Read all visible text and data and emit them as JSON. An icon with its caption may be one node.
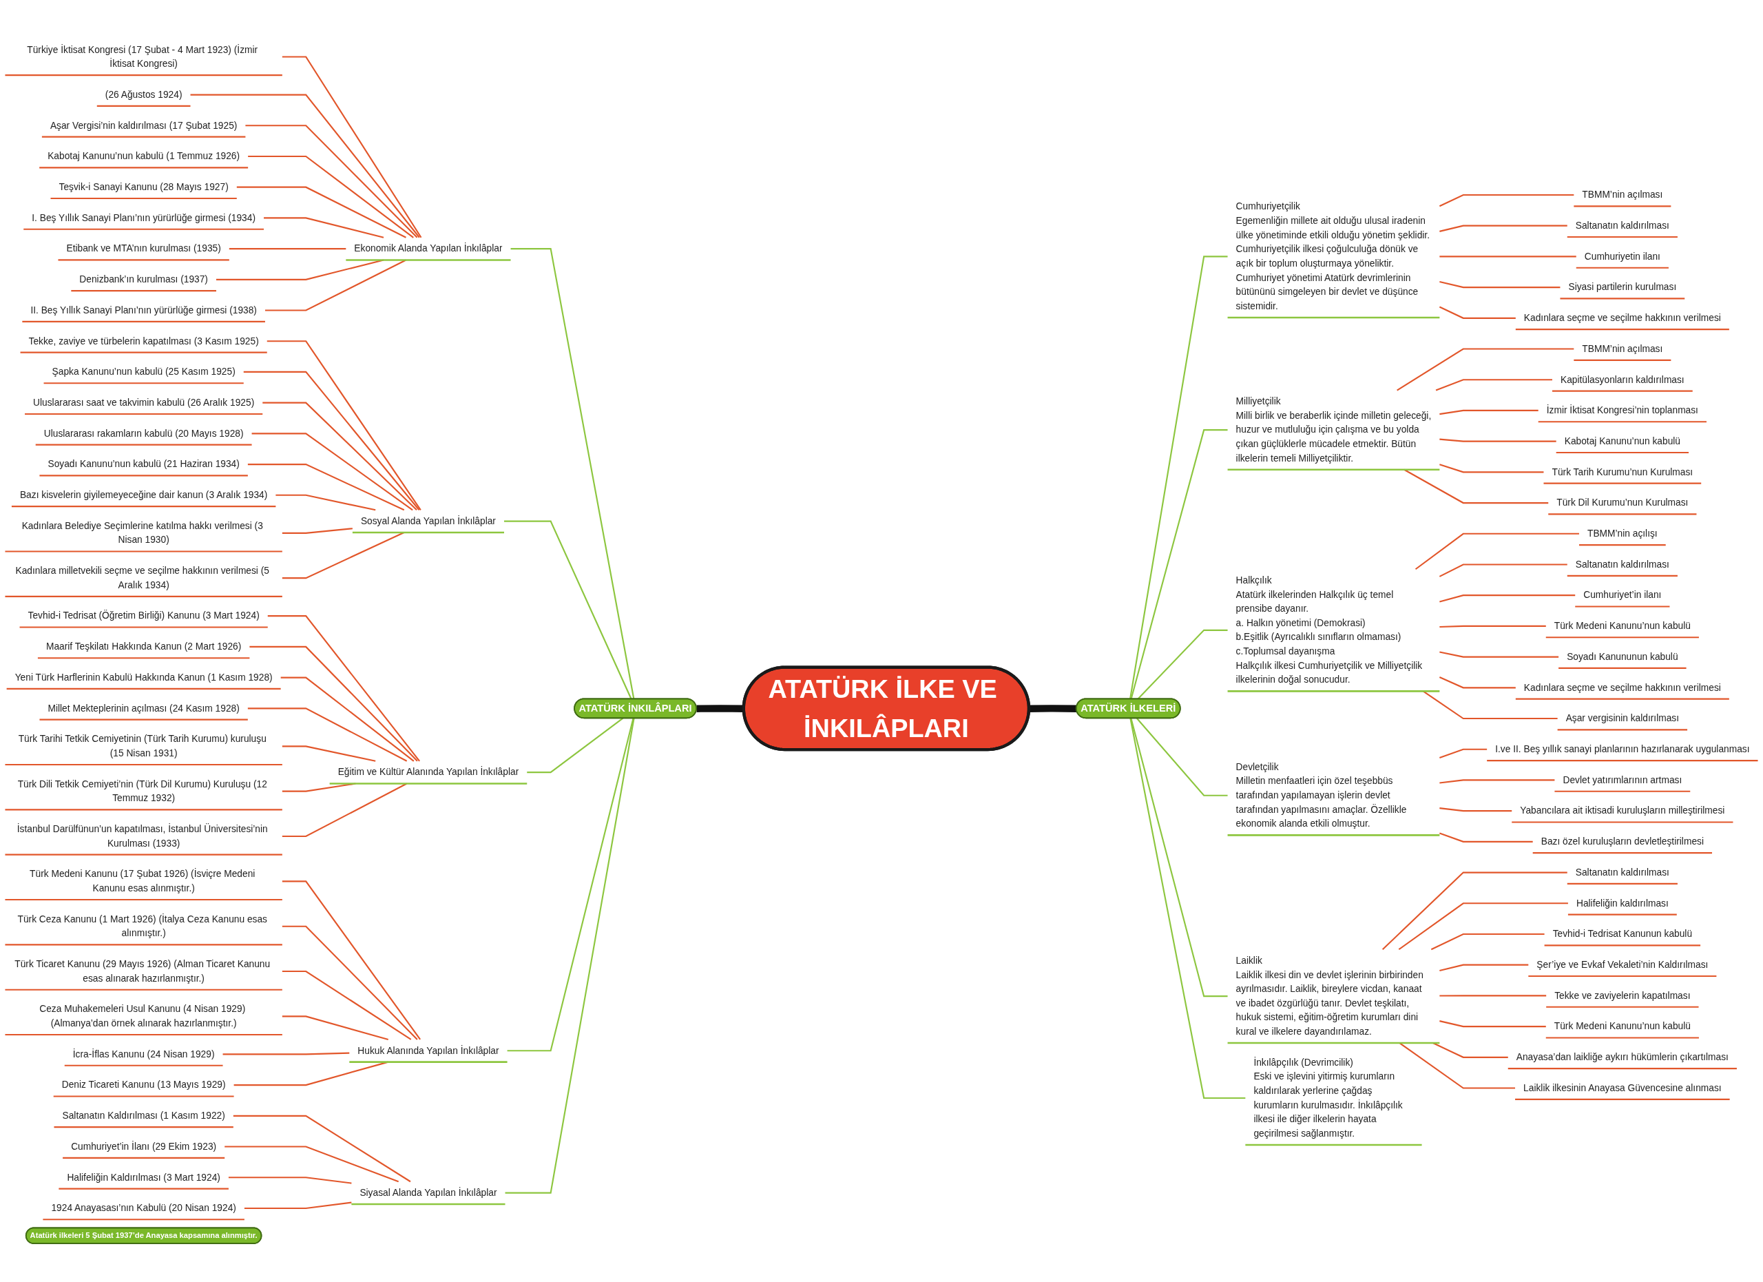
{
  "diagram": {
    "nodes": [
      {
        "text": [
          "ATATÜRK İLKE VE İNKILÂPLARI"
        ]
      },
      {
        "text": [
          "ATATÜRK İNKILÂPLARI"
        ]
      },
      {
        "text": [
          "Ekonomik Alanda Yapılan İnkılâplar"
        ]
      },
      {
        "text": [
          "Türkiye İktisat Kongresi (17 Şubat - 4 Mart 1923) (İzmir İktisat Kongresi)"
        ]
      },
      {
        "text": [
          "(26 Ağustos 1924)"
        ]
      },
      {
        "text": [
          "Aşar Vergisi’nin kaldırılması (17 Şubat 1925)"
        ]
      },
      {
        "text": [
          "Kabotaj Kanunu’nun kabulü (1 Temmuz 1926)"
        ]
      },
      {
        "text": [
          "Teşvik-i Sanayi Kanunu (28 Mayıs 1927)"
        ]
      },
      {
        "text": [
          "I. Beş Yıllık Sanayi Planı’nın yürürlüğe girmesi (1934)"
        ]
      },
      {
        "text": [
          "Etibank ve MTA’nın kurulması (1935)"
        ]
      },
      {
        "text": [
          "Denizbank’ın kurulması (1937)"
        ]
      },
      {
        "text": [
          "II. Beş Yıllık Sanayi Planı’nın yürürlüğe girmesi (1938)"
        ]
      },
      {
        "text": [
          "Sosyal Alanda Yapılan İnkılâplar"
        ]
      },
      {
        "text": [
          "Tekke, zaviye ve türbelerin kapatılması (3 Kasım 1925)"
        ]
      },
      {
        "text": [
          "Şapka Kanunu’nun kabulü (25 Kasım 1925)"
        ]
      },
      {
        "text": [
          "Uluslararası saat ve takvimin kabulü (26 Aralık 1925)"
        ]
      },
      {
        "text": [
          "Uluslararası rakamların kabulü (20 Mayıs 1928)"
        ]
      },
      {
        "text": [
          "Soyadı Kanunu’nun kabulü (21 Haziran 1934)"
        ]
      },
      {
        "text": [
          "Bazı kisvelerin giyilemeyeceğine dair kanun (3 Aralık 1934)"
        ]
      },
      {
        "text": [
          "Kadınlara Belediye Seçimlerine katılma hakkı verilmesi (3 Nisan 1930)"
        ]
      },
      {
        "text": [
          "Kadınlara milletvekili seçme ve seçilme hakkının verilmesi (5 Aralık 1934)"
        ]
      },
      {
        "text": [
          "Eğitim ve Kültür Alanında Yapılan İnkılâplar"
        ]
      },
      {
        "text": [
          "Tevhid-i Tedrisat (Öğretim Birliği) Kanunu (3 Mart 1924)"
        ]
      },
      {
        "text": [
          "Maarif Teşkilatı Hakkında Kanun (2 Mart 1926)"
        ]
      },
      {
        "text": [
          "Yeni Türk Harflerinin Kabulü Hakkında Kanun (1 Kasım 1928)"
        ]
      },
      {
        "text": [
          "Millet Mekteplerinin açılması (24 Kasım 1928)"
        ]
      },
      {
        "text": [
          "Türk Tarihi Tetkik Cemiyetinin (Türk Tarih Kurumu) kuruluşu (15 Nisan 1931)"
        ]
      },
      {
        "text": [
          "Türk Dili Tetkik Cemiyeti’nin (Türk Dil Kurumu) Kuruluşu (12 Temmuz 1932)"
        ]
      },
      {
        "text": [
          "İstanbul Darülfünun’un kapatılması, İstanbul Üniversitesi’nin Kurulması (1933)"
        ]
      },
      {
        "text": [
          "Hukuk Alanında Yapılan İnkılâplar"
        ]
      },
      {
        "text": [
          "Türk Medeni Kanunu (17 Şubat 1926) (İsviçre Medeni Kanunu esas alınmıştır.)"
        ]
      },
      {
        "text": [
          "Türk Ceza Kanunu (1 Mart 1926) (İtalya Ceza Kanunu esas alınmıştır.)"
        ]
      },
      {
        "text": [
          "Türk Ticaret Kanunu (29 Mayıs 1926) (Alman Ticaret Kanunu esas alınarak hazırlanmıştır.)"
        ]
      },
      {
        "text": [
          "Ceza Muhakemeleri Usul Kanunu (4 Nisan 1929) (Almanya’dan örnek alınarak hazırlanmıştır.)"
        ]
      },
      {
        "text": [
          "İcra-İflas Kanunu (24 Nisan 1929)"
        ]
      },
      {
        "text": [
          "Deniz Ticareti Kanunu (13 Mayıs 1929)"
        ]
      },
      {
        "text": [
          "Siyasal Alanda Yapılan İnkılâplar"
        ]
      },
      {
        "text": [
          "Saltanatın Kaldırılması (1 Kasım 1922)"
        ]
      },
      {
        "text": [
          "Cumhuriyet’in İlanı (29 Ekim 1923)"
        ]
      },
      {
        "text": [
          "Halifeliğin Kaldırılması (3 Mart 1924)"
        ]
      },
      {
        "text": [
          "1924 Anayasası’nın Kabulü (20 Nisan 1924)"
        ]
      },
      {
        "text": [
          "ATATÜRK İLKELERİ"
        ]
      },
      {
        "text": [
          "Atatürk ilkeleri 5 Şubat 1937’de Anayasa kapsamına alınmıştır."
        ]
      },
      {
        "text": [
          "Cumhuriyetçilik",
          "Egemenliğin millete ait olduğu ulusal iradenin ülke yönetiminde etkili olduğu yönetim şeklidir. Cumhuriyetçilik ilkesi çoğulculuğa dönük ve açık bir toplum oluşturmaya yöneliktir. Cumhuriyet yönetimi Atatürk devrimlerinin bütününü simgeleyen bir devlet ve düşünce sistemidir."
        ]
      },
      {
        "text": [
          "TBMM’nin açılması"
        ]
      },
      {
        "text": [
          "Saltanatın kaldırılması"
        ]
      },
      {
        "text": [
          "Cumhuriyetin ilanı"
        ]
      },
      {
        "text": [
          "Siyasi partilerin kurulması"
        ]
      },
      {
        "text": [
          "Kadınlara seçme ve seçilme hakkının verilmesi"
        ]
      },
      {
        "text": [
          "Milliyetçilik",
          "Milli birlik ve beraberlik içinde milletin geleceği, huzur ve mutluluğu için çalışma ve bu yolda çıkan güçlüklerle mücadele etmektir. Bütün ilkelerin temeli Milliyetçiliktir."
        ]
      },
      {
        "text": [
          "TBMM’nin açılması"
        ]
      },
      {
        "text": [
          "Kapitülasyonların kaldırılması"
        ]
      },
      {
        "text": [
          "İzmir İktisat Kongresi’nin toplanması"
        ]
      },
      {
        "text": [
          "Kabotaj Kanunu’nun kabulü"
        ]
      },
      {
        "text": [
          "Türk Tarih Kurumu’nun Kurulması"
        ]
      },
      {
        "text": [
          "Türk Dil Kurumu’nun Kurulması"
        ]
      },
      {
        "text": [
          "Halkçılık",
          "Atatürk ilkelerinden Halkçılık üç temel prensibe dayanır.",
          "a. Halkın yönetimi (Demokrasi)",
          "b.Eşitlik (Ayrıcalıklı sınıfların olmaması)",
          "c.Toplumsal dayanışma",
          "Halkçılık ilkesi Cumhuriyetçilik ve Milliyetçilik ilkelerinin doğal sonucudur."
        ]
      },
      {
        "text": [
          "TBMM’nin açılışı"
        ]
      },
      {
        "text": [
          "Saltanatın kaldırılması"
        ]
      },
      {
        "text": [
          "Cumhuriyet’in ilanı"
        ]
      },
      {
        "text": [
          "Türk Medeni Kanunu’nun kabulü"
        ]
      },
      {
        "text": [
          "Soyadı Kanununun kabulü"
        ]
      },
      {
        "text": [
          "Kadınlara seçme ve seçilme hakkının verilmesi"
        ]
      },
      {
        "text": [
          "Aşar vergisinin kaldırılması"
        ]
      },
      {
        "text": [
          "Devletçilik",
          "Milletin menfaatleri için özel teşebbüs tarafından yapılamayan işlerin devlet tarafından yapılmasını amaçlar. Özellikle ekonomik alanda etkili olmuştur."
        ]
      },
      {
        "text": [
          "I.ve II. Beş yıllık sanayi planlarının hazırlanarak uygulanması"
        ]
      },
      {
        "text": [
          "Devlet yatırımlarının artması"
        ]
      },
      {
        "text": [
          "Yabancılara ait iktisadi kuruluşların milleştirilmesi"
        ]
      },
      {
        "text": [
          "Bazı özel kuruluşların devletleştirilmesi"
        ]
      },
      {
        "text": [
          "Laiklik",
          "Laiklik ilkesi din ve devlet işlerinin birbirinden ayrılmasıdır. Laiklik, bireylere vicdan, kanaat ve ibadet özgürlüğü tanır. Devlet teşkilatı, hukuk sistemi, eğitim-öğretim kurumları dini kural ve ilkelere dayandırılamaz."
        ]
      },
      {
        "text": [
          "Saltanatın kaldırılması"
        ]
      },
      {
        "text": [
          "Halifeliğin kaldırılması"
        ]
      },
      {
        "text": [
          "Tevhid-i Tedrisat Kanunun kabulü"
        ]
      },
      {
        "text": [
          "Şer’iye ve Evkaf Vekaleti’nin Kaldırılması"
        ]
      },
      {
        "text": [
          "Tekke ve zaviyelerin kapatılması"
        ]
      },
      {
        "text": [
          "Türk Medeni Kanunu’nun kabulü"
        ]
      },
      {
        "text": [
          "Anayasa’dan laikliğe aykırı hükümlerin çıkartılması"
        ]
      },
      {
        "text": [
          "Laiklik ilkesinin Anayasa Güvencesine alınması"
        ]
      },
      {
        "text": [
          "İnkılâpçılık (Devrimcilik)",
          "Eski ve işlevini yitirmiş kurumların kaldırılarak yerlerine çağdaş kurumların kurulmasıdır. İnkılâpçılık ilkesi ile diğer ilkelerin hayata geçirilmesi sağlanmıştır."
        ]
      }
    ],
    "edges": [
      {
        "from": 1,
        "to": 0,
        "arrow": "none",
        "style": "thick",
        "color": "#111111"
      },
      {
        "from": 2,
        "to": 1,
        "arrow": "none",
        "color": "#8dc63f"
      },
      {
        "from": 3,
        "to": 2,
        "arrow": "none"
      },
      {
        "from": 4,
        "to": 2,
        "arrow": "none"
      },
      {
        "from": 5,
        "to": 2,
        "arrow": "none"
      },
      {
        "from": 6,
        "to": 2,
        "arrow": "none"
      },
      {
        "from": 7,
        "to": 2,
        "arrow": "none"
      },
      {
        "from": 8,
        "to": 2,
        "arrow": "none"
      },
      {
        "from": 9,
        "to": 2,
        "arrow": "none"
      },
      {
        "from": 10,
        "to": 2,
        "arrow": "none"
      },
      {
        "from": 11,
        "to": 2,
        "arrow": "none"
      },
      {
        "from": 12,
        "to": 1,
        "arrow": "none",
        "color": "#8dc63f"
      },
      {
        "from": 13,
        "to": 12,
        "arrow": "none"
      },
      {
        "from": 14,
        "to": 12,
        "arrow": "none"
      },
      {
        "from": 15,
        "to": 12,
        "arrow": "none"
      },
      {
        "from": 16,
        "to": 12,
        "arrow": "none"
      },
      {
        "from": 17,
        "to": 12,
        "arrow": "none"
      },
      {
        "from": 18,
        "to": 12,
        "arrow": "none"
      },
      {
        "from": 19,
        "to": 12,
        "arrow": "none"
      },
      {
        "from": 20,
        "to": 12,
        "arrow": "none"
      },
      {
        "from": 21,
        "to": 1,
        "arrow": "none",
        "color": "#8dc63f"
      },
      {
        "from": 22,
        "to": 21,
        "arrow": "none"
      },
      {
        "from": 23,
        "to": 21,
        "arrow": "none"
      },
      {
        "from": 24,
        "to": 21,
        "arrow": "none"
      },
      {
        "from": 25,
        "to": 21,
        "arrow": "none"
      },
      {
        "from": 26,
        "to": 21,
        "arrow": "none"
      },
      {
        "from": 27,
        "to": 21,
        "arrow": "none"
      },
      {
        "from": 28,
        "to": 21,
        "arrow": "none"
      },
      {
        "from": 29,
        "to": 1,
        "arrow": "none",
        "color": "#8dc63f"
      },
      {
        "from": 30,
        "to": 29,
        "arrow": "none"
      },
      {
        "from": 31,
        "to": 29,
        "arrow": "none"
      },
      {
        "from": 32,
        "to": 29,
        "arrow": "none"
      },
      {
        "from": 33,
        "to": 29,
        "arrow": "none"
      },
      {
        "from": 34,
        "to": 29,
        "arrow": "none"
      },
      {
        "from": 35,
        "to": 29,
        "arrow": "none"
      },
      {
        "from": 36,
        "to": 1,
        "arrow": "none",
        "color": "#8dc63f"
      },
      {
        "from": 37,
        "to": 36,
        "arrow": "none"
      },
      {
        "from": 38,
        "to": 36,
        "arrow": "none"
      },
      {
        "from": 39,
        "to": 36,
        "arrow": "none"
      },
      {
        "from": 40,
        "to": 36,
        "arrow": "none"
      },
      {
        "from": 0,
        "to": 41,
        "arrow": "none",
        "style": "thick",
        "color": "#111111"
      },
      {
        "from": 41,
        "to": 43,
        "arrow": "none",
        "color": "#8dc63f"
      },
      {
        "from": 43,
        "to": 44,
        "arrow": "none"
      },
      {
        "from": 43,
        "to": 45,
        "arrow": "none"
      },
      {
        "from": 43,
        "to": 46,
        "arrow": "none"
      },
      {
        "from": 43,
        "to": 47,
        "arrow": "none"
      },
      {
        "from": 43,
        "to": 48,
        "arrow": "none"
      },
      {
        "from": 41,
        "to": 49,
        "arrow": "none",
        "color": "#8dc63f"
      },
      {
        "from": 49,
        "to": 50,
        "arrow": "none"
      },
      {
        "from": 49,
        "to": 51,
        "arrow": "none"
      },
      {
        "from": 49,
        "to": 52,
        "arrow": "none"
      },
      {
        "from": 49,
        "to": 53,
        "arrow": "none"
      },
      {
        "from": 49,
        "to": 54,
        "arrow": "none"
      },
      {
        "from": 49,
        "to": 55,
        "arrow": "none"
      },
      {
        "from": 41,
        "to": 56,
        "arrow": "none",
        "color": "#8dc63f"
      },
      {
        "from": 56,
        "to": 57,
        "arrow": "none"
      },
      {
        "from": 56,
        "to": 58,
        "arrow": "none"
      },
      {
        "from": 56,
        "to": 59,
        "arrow": "none"
      },
      {
        "from": 56,
        "to": 60,
        "arrow": "none"
      },
      {
        "from": 56,
        "to": 61,
        "arrow": "none"
      },
      {
        "from": 56,
        "to": 62,
        "arrow": "none"
      },
      {
        "from": 56,
        "to": 63,
        "arrow": "none"
      },
      {
        "from": 41,
        "to": 64,
        "arrow": "none",
        "color": "#8dc63f"
      },
      {
        "from": 64,
        "to": 65,
        "arrow": "none"
      },
      {
        "from": 64,
        "to": 66,
        "arrow": "none"
      },
      {
        "from": 64,
        "to": 67,
        "arrow": "none"
      },
      {
        "from": 64,
        "to": 68,
        "arrow": "none"
      },
      {
        "from": 41,
        "to": 69,
        "arrow": "none",
        "color": "#8dc63f"
      },
      {
        "from": 69,
        "to": 70,
        "arrow": "none"
      },
      {
        "from": 69,
        "to": 71,
        "arrow": "none"
      },
      {
        "from": 69,
        "to": 72,
        "arrow": "none"
      },
      {
        "from": 69,
        "to": 73,
        "arrow": "none"
      },
      {
        "from": 69,
        "to": 74,
        "arrow": "none"
      },
      {
        "from": 69,
        "to": 75,
        "arrow": "none"
      },
      {
        "from": 69,
        "to": 76,
        "arrow": "none"
      },
      {
        "from": 69,
        "to": 77,
        "arrow": "none"
      },
      {
        "from": 41,
        "to": 78,
        "arrow": "none",
        "color": "#8dc63f"
      }
    ]
  }
}
